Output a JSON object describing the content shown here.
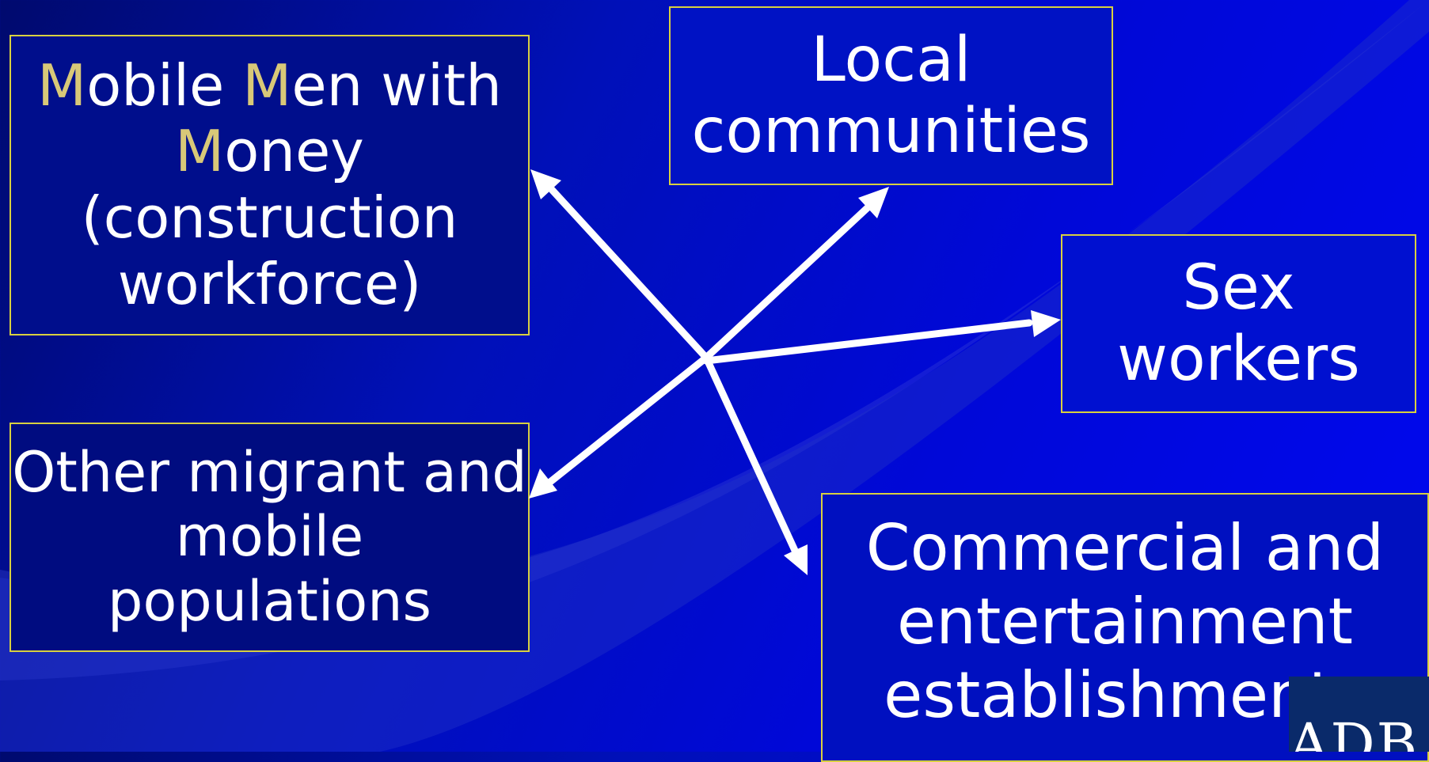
{
  "nodes": {
    "mobile_men": {
      "line1": [
        {
          "text": "M",
          "highlight": true
        },
        {
          "text": "obile ",
          "highlight": false
        },
        {
          "text": "M",
          "highlight": true
        },
        {
          "text": "en with",
          "highlight": false
        }
      ],
      "line2": [
        {
          "text": "M",
          "highlight": true
        },
        {
          "text": "oney",
          "highlight": false
        }
      ],
      "line3": "(construction",
      "line4": "workforce)"
    },
    "local_communities": {
      "line1": "Local",
      "line2": "communities"
    },
    "sex_workers": {
      "line1": "Sex",
      "line2": "workers"
    },
    "other_migrant": {
      "line1": "Other migrant and",
      "line2": "mobile",
      "line3": "populations"
    },
    "commercial": {
      "line1": "Commercial and",
      "line2": "entertainment",
      "line3": "establishments"
    }
  },
  "logo_text": "ADB",
  "colors": {
    "border": "#d8d040",
    "highlight": "#d8c878",
    "text": "#ffffff",
    "arrow": "#ffffff"
  }
}
